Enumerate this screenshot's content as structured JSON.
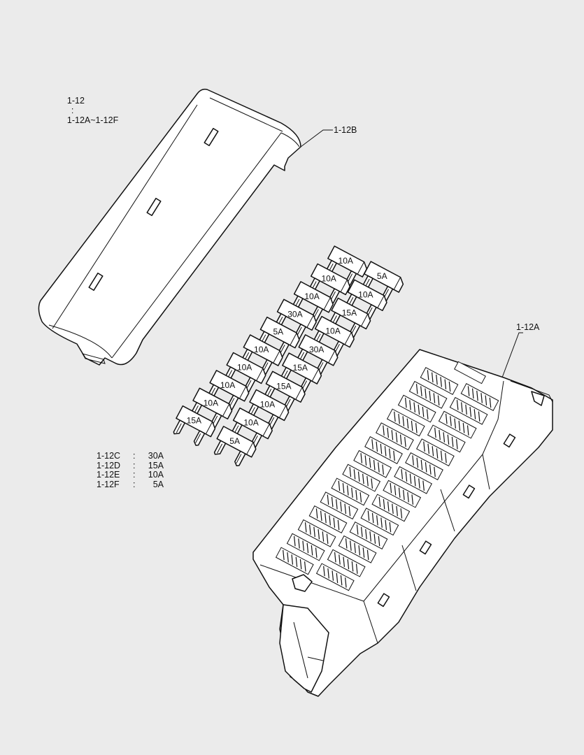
{
  "header": {
    "code": "1-12",
    "sep": ":",
    "range": "1-12A~1-12F"
  },
  "callouts": {
    "cover": "1-12B",
    "box": "1-12A"
  },
  "legend": [
    {
      "code": "1-12C",
      "sep": ":",
      "value": "30A"
    },
    {
      "code": "1-12D",
      "sep": ":",
      "value": "15A"
    },
    {
      "code": "1-12E",
      "sep": ":",
      "value": "10A"
    },
    {
      "code": "1-12F",
      "sep": ":",
      "value": "5A"
    }
  ],
  "fuses": {
    "left": [
      "10A",
      "10A",
      "10A",
      "30A",
      "5A",
      "10A",
      "10A",
      "10A",
      "10A",
      "15A"
    ],
    "right": [
      "5A",
      "10A",
      "15A",
      "10A",
      "30A",
      "15A",
      "15A",
      "10A",
      "10A",
      "5A"
    ]
  },
  "colors": {
    "background": "#ebebeb",
    "line": "#111111",
    "fill": "#ffffff"
  }
}
